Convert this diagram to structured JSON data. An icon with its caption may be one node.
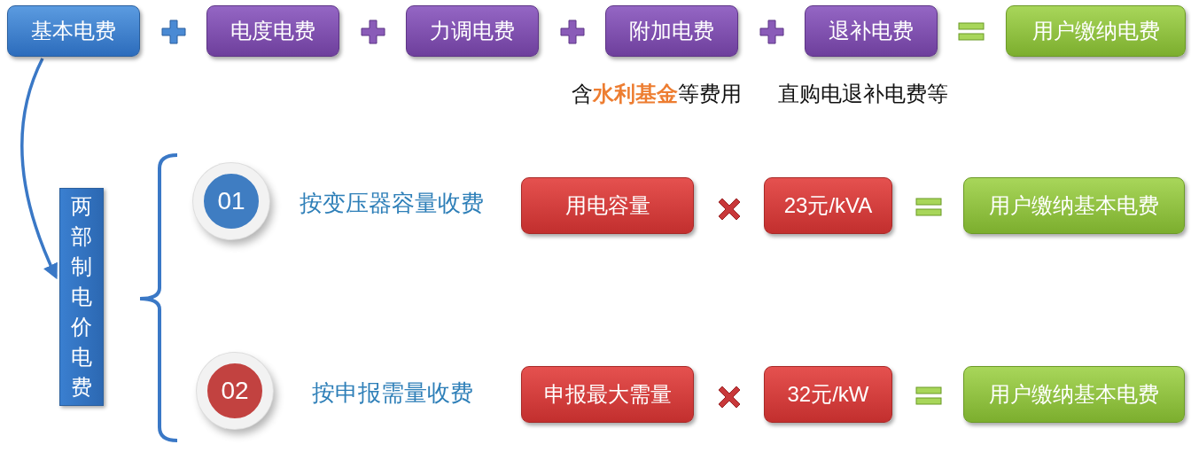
{
  "diagram": {
    "nodes": [
      {
        "text": [
          "基本电费"
        ]
      },
      {
        "text": [
          "电度电费"
        ]
      },
      {
        "text": [
          "力调电费"
        ]
      },
      {
        "text": [
          "附加电费"
        ],
        "beside": [
          "含**水利基金**等费用"
        ]
      },
      {
        "text": [
          "退补电费"
        ],
        "beside": [
          "直购电退补电费等"
        ]
      },
      {
        "text": [
          "用户缴纳电费"
        ]
      },
      {
        "text": [
          "两部制电价电费"
        ]
      },
      {
        "text": [
          "01"
        ]
      },
      {
        "text": [
          "用电容量"
        ]
      },
      {
        "text": [
          "23元/kVA"
        ]
      },
      {
        "text": [
          "用户缴纳基本电费"
        ]
      },
      {
        "text": [
          "02"
        ]
      },
      {
        "text": [
          "申报最大需量"
        ]
      },
      {
        "text": [
          "32元/kW"
        ]
      },
      {
        "text": [
          "用户缴纳基本电费"
        ]
      }
    ],
    "edges": [
      {
        "from": 0,
        "to": 6,
        "arrow": "to"
      }
    ],
    "labels": [
      "按变压器容量收费",
      "按申报需量收费"
    ]
  }
}
